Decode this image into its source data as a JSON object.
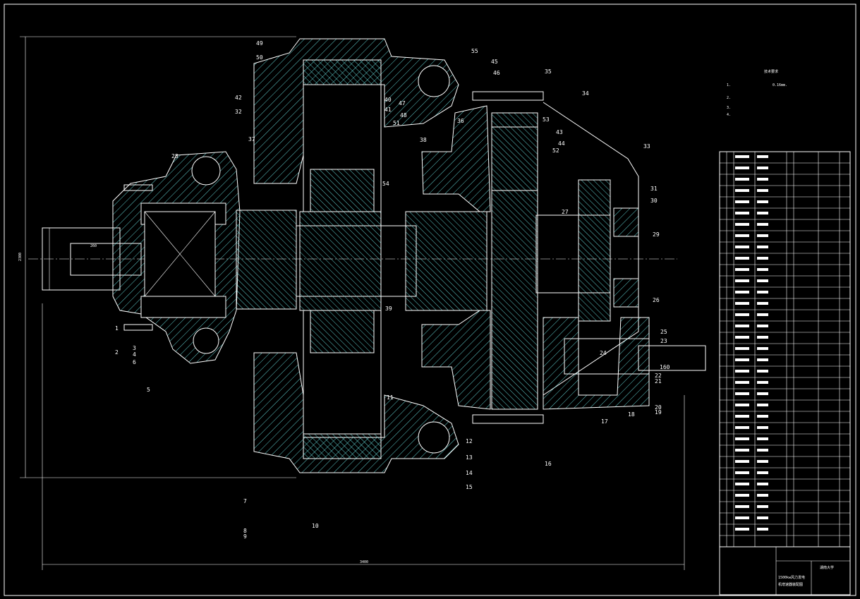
{
  "notes": {
    "lines": [
      "1.",
      "0.16mm.",
      "2.",
      "3.",
      "4."
    ]
  },
  "dimensions": {
    "overall_width": "3400",
    "overall_height": "2300",
    "shaft_length": "260",
    "output_shaft": "160"
  },
  "part_numbers": [
    "1",
    "2",
    "3",
    "4",
    "5",
    "6",
    "7",
    "8",
    "9",
    "10",
    "11",
    "12",
    "13",
    "14",
    "15",
    "16",
    "17",
    "18",
    "19",
    "20",
    "21",
    "22",
    "23",
    "24",
    "25",
    "26",
    "27",
    "28",
    "29",
    "30",
    "31",
    "32",
    "33",
    "34",
    "35",
    "36",
    "37",
    "38",
    "39",
    "40",
    "41",
    "42",
    "43",
    "44",
    "45",
    "46",
    "47",
    "48",
    "49",
    "50",
    "51",
    "52",
    "53",
    "54",
    "55"
  ],
  "title_block": {
    "school": "湖南大学",
    "title_line1": "1500kw风力发电",
    "title_line2": "机增速器装配图"
  },
  "colors": {
    "background": "#000000",
    "line": "#ffffff",
    "hatch": "#7fffff"
  }
}
